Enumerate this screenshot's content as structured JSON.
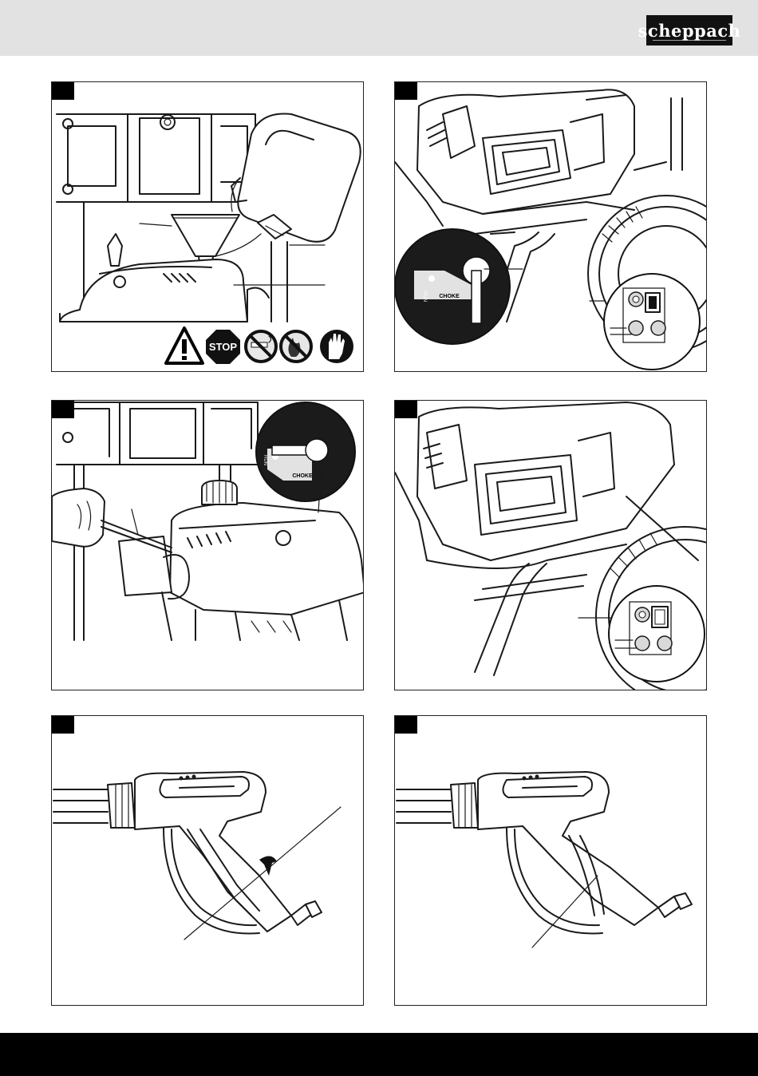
{
  "header": {
    "brand": "scheppach",
    "header_color": "#e2e2e2",
    "footer_color": "#000000"
  },
  "figures": [
    {
      "id": "fig-fuel",
      "warning_signs": [
        "warning-triangle-icon",
        "stop-sign-icon",
        "no-smoking-icon",
        "no-open-flame-icon",
        "wear-gloves-icon"
      ],
      "sign_text": "STOP"
    },
    {
      "id": "fig-choke-run",
      "labels": {
        "choke": "CHOKE",
        "run": "RUN"
      }
    },
    {
      "id": "fig-choke-start",
      "labels": {
        "choke": "CHOKE",
        "run": "RUN"
      }
    },
    {
      "id": "fig-switch"
    },
    {
      "id": "fig-gun-trigger-released"
    },
    {
      "id": "fig-gun-trigger-locked"
    }
  ]
}
